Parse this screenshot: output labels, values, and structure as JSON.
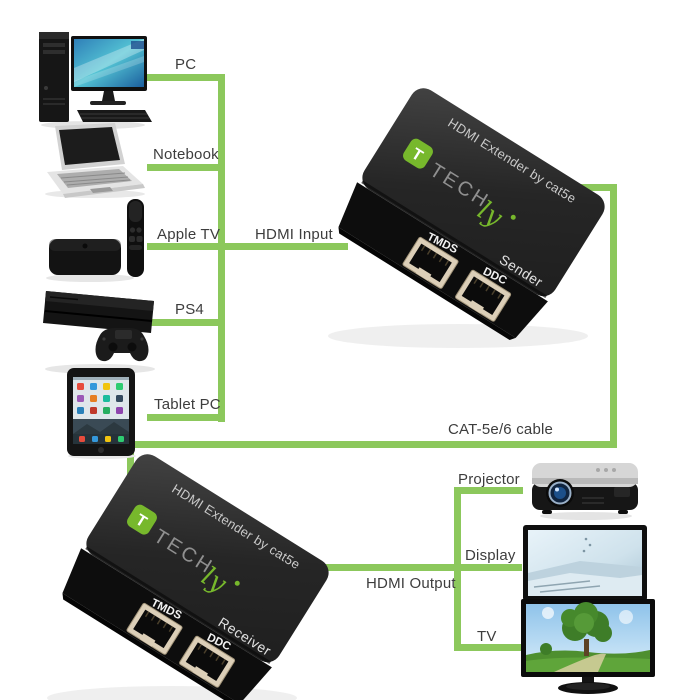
{
  "colors": {
    "connection_green": "#8cc85c",
    "brand_green": "#77b82c",
    "device_black": "#1f1f1f",
    "port_bezel": "#dccfb8",
    "label_text": "#3d3d3d"
  },
  "sources": [
    {
      "label": "PC"
    },
    {
      "label": "Notebook"
    },
    {
      "label": "Apple TV"
    },
    {
      "label": "PS4"
    },
    {
      "label": "Tablet PC"
    }
  ],
  "outputs": [
    {
      "label": "Projector"
    },
    {
      "label": "Display"
    },
    {
      "label": "TV"
    }
  ],
  "connections": {
    "hdmi_input": "HDMI Input",
    "cable": "CAT-5e/6 cable",
    "hdmi_output": "HDMI Output"
  },
  "extender": {
    "product_label": "HDMI Extender by cat5e",
    "brand_main": "TECH",
    "brand_script": "ly",
    "roles": {
      "sender": "Sender",
      "receiver": "Receiver"
    },
    "ports": {
      "left": "TMDS",
      "right": "DDC"
    }
  }
}
